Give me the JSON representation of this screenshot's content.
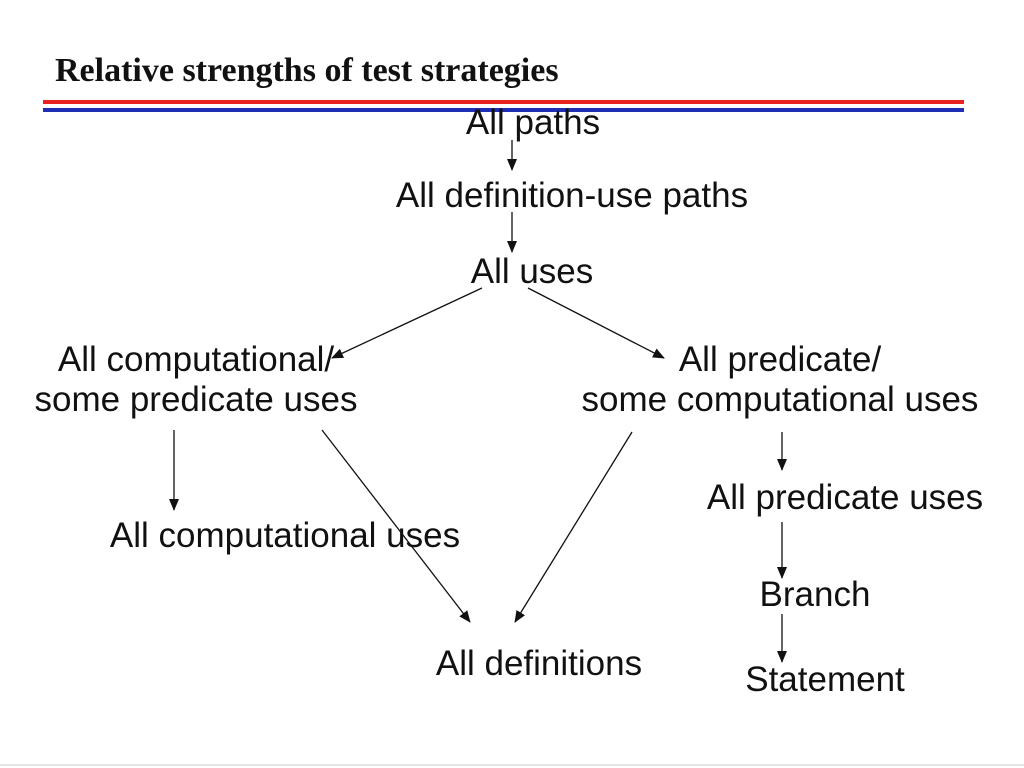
{
  "title": "Relative strengths of test strategies",
  "colors": {
    "rule_top": "#e8231f",
    "rule_bottom": "#1f2fb5",
    "text": "#111111",
    "edge": "#111111"
  },
  "nodes": {
    "all_paths": "All paths",
    "all_du_paths": "All definition-use paths",
    "all_uses": "All uses",
    "all_c_some_p": {
      "line1": "All computational/",
      "line2": "some predicate uses"
    },
    "all_p_some_c": {
      "line1": "All predicate/",
      "line2": "some computational uses"
    },
    "all_c_uses": "All computational uses",
    "all_p_uses": "All predicate uses",
    "branch": "Branch",
    "all_defs": "All definitions",
    "statement": "Statement"
  },
  "edges": [
    {
      "from": "all_paths",
      "to": "all_du_paths"
    },
    {
      "from": "all_du_paths",
      "to": "all_uses"
    },
    {
      "from": "all_uses",
      "to": "all_c_some_p"
    },
    {
      "from": "all_uses",
      "to": "all_p_some_c"
    },
    {
      "from": "all_c_some_p",
      "to": "all_c_uses"
    },
    {
      "from": "all_c_some_p",
      "to": "all_defs"
    },
    {
      "from": "all_p_some_c",
      "to": "all_defs"
    },
    {
      "from": "all_p_some_c",
      "to": "all_p_uses"
    },
    {
      "from": "all_p_uses",
      "to": "branch"
    },
    {
      "from": "branch",
      "to": "statement"
    }
  ]
}
